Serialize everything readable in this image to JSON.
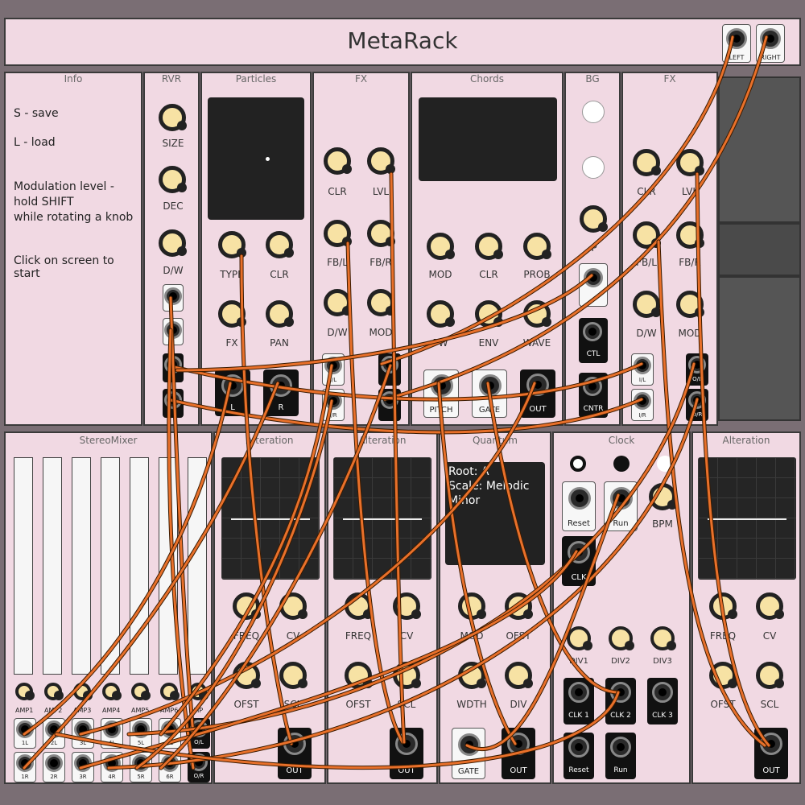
{
  "header": {
    "title": "MetaRack",
    "out_left": "LEFT",
    "out_right": "RIGHT"
  },
  "info": {
    "title": "Info",
    "lines": [
      "S - save",
      "L - load",
      "Modulation level -",
      "hold SHIFT",
      "while rotating a knob",
      "Click on screen to start"
    ]
  },
  "rvr": {
    "title": "RVR",
    "size": "SIZE",
    "dec": "DEC",
    "dw": "D/W"
  },
  "particles": {
    "title": "Particles",
    "type": "TYPE",
    "clr": "CLR",
    "fx": "FX",
    "pan": "PAN",
    "out_l": "L",
    "out_r": "R"
  },
  "fx1": {
    "title": "FX",
    "clr": "CLR",
    "lvl": "LVL",
    "fbl": "FB/L",
    "fbr": "FB/R",
    "dw": "D/W",
    "mod": "MOD",
    "in_l": "I/L",
    "in_r": "I/R"
  },
  "chords": {
    "title": "Chords",
    "mod": "MOD",
    "clr": "CLR",
    "prob": "PROB",
    "pw": "PW",
    "env": "ENV",
    "wave": "WAVE",
    "pitch": "PITCH",
    "gate": "GATE",
    "out": "OUT"
  },
  "bg": {
    "title": "BG",
    "p": "P",
    "ctl": "CTL",
    "cntr": "CNTR"
  },
  "fx2": {
    "title": "FX",
    "clr": "CLR",
    "lvl": "LVL",
    "fbl": "FB/L",
    "fbr": "FB/R",
    "dw": "D/W",
    "mod": "MOD",
    "in_l": "I/L",
    "in_r": "I/R",
    "o_l": "O/L",
    "o_r": "O/R"
  },
  "mixer": {
    "title": "StereoMixer",
    "amps": [
      "AMP1",
      "AMP2",
      "AMP3",
      "AMP4",
      "AMP5",
      "AMP6",
      "AMP"
    ],
    "in_l": [
      "1L",
      "2L",
      "3L",
      "4L",
      "5L",
      "6L",
      "O/L"
    ],
    "in_r": [
      "1R",
      "2R",
      "3R",
      "4R",
      "5R",
      "6R",
      "O/R"
    ]
  },
  "alteration": {
    "title": "Alteration",
    "freq": "FREQ",
    "cv": "CV",
    "ofst": "OFST",
    "scl": "SCL",
    "out": "OUT"
  },
  "quantum": {
    "title": "Quantum",
    "root": "Root: A",
    "scale": "Scale: Melodic",
    "scale2": "Minor",
    "mod": "MOD",
    "ofst": "OFST",
    "wdth": "WDTH",
    "div": "DIV",
    "gate": "GATE",
    "out": "OUT"
  },
  "clock": {
    "title": "Clock",
    "reset": "Reset",
    "run": "Run",
    "bpm": "BPM",
    "clk": "CLK",
    "div1": "DIV1",
    "div2": "DIV2",
    "div3": "DIV3",
    "clk1": "CLK 1",
    "clk2": "CLK 2",
    "clk3": "CLK 3"
  },
  "colors": {
    "panel": "#f1d9e3",
    "knob": "#f7e2a4",
    "cable": "#e8702a",
    "background": "#7a6e74"
  }
}
